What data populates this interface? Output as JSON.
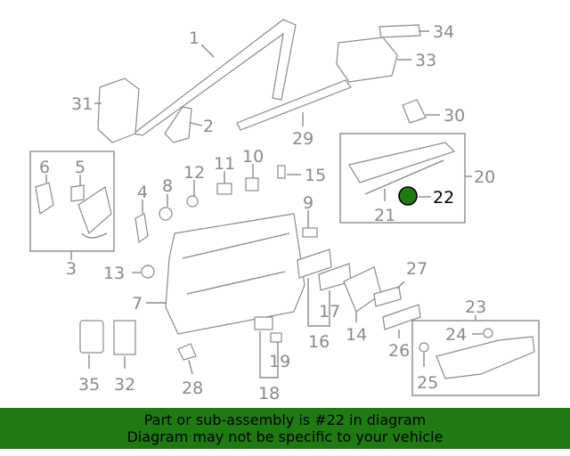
{
  "diagram": {
    "callouts": {
      "c1": "1",
      "c2": "2",
      "c3": "3",
      "c4": "4",
      "c5": "5",
      "c6": "6",
      "c7": "7",
      "c8": "8",
      "c9": "9",
      "c10": "10",
      "c11": "11",
      "c12": "12",
      "c13": "13",
      "c14": "14",
      "c15": "15",
      "c16": "16",
      "c17": "17",
      "c18": "18",
      "c19": "19",
      "c20": "20",
      "c21": "21",
      "c22": "22",
      "c23": "23",
      "c24": "24",
      "c25": "25",
      "c26": "26",
      "c27": "27",
      "c28": "28",
      "c29": "29",
      "c30": "30",
      "c31": "31",
      "c32": "32",
      "c33": "33",
      "c34": "34",
      "c35": "35"
    },
    "highlight_part": "22",
    "colors": {
      "line": "#8a8a8a",
      "highlight": "#1f7a12",
      "banner": "#1f7a12"
    }
  },
  "banner": {
    "line1": "Part or sub-assembly is #22 in diagram",
    "line2": "Diagram may not be specific to your vehicle"
  }
}
